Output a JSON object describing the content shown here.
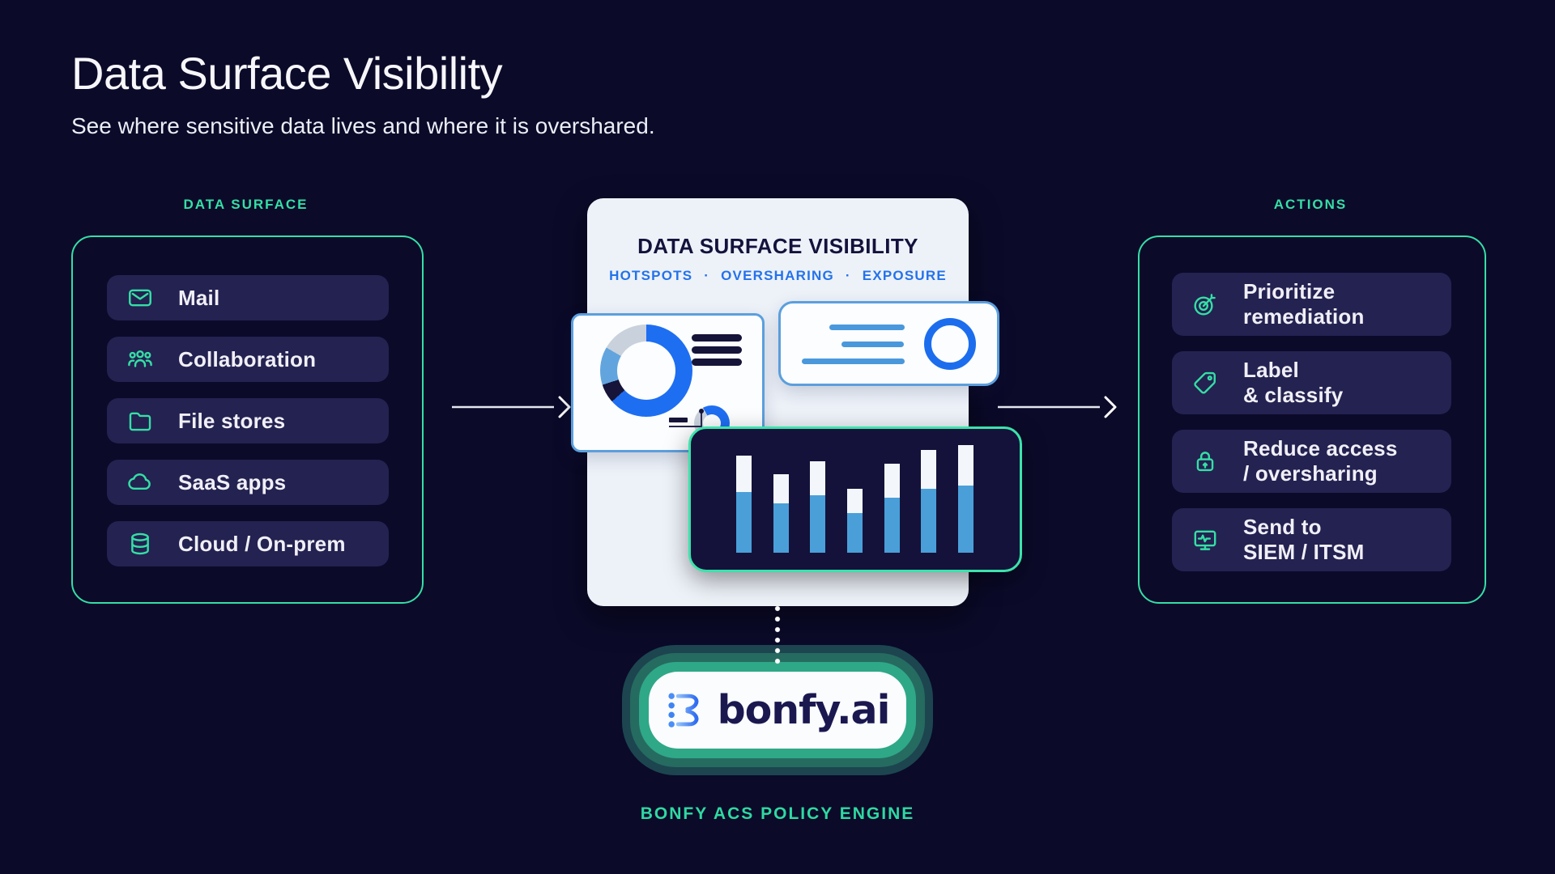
{
  "page": {
    "title": "Data Surface Visibility",
    "subtitle": "See where sensitive data lives and where it is overshared.",
    "background_color": "#0b0a29",
    "accent_teal": "#35dfa6",
    "accent_blue": "#2472ea"
  },
  "left_panel": {
    "header": "DATA SURFACE",
    "items": [
      {
        "icon": "mail-icon",
        "label": "Mail"
      },
      {
        "icon": "people-icon",
        "label": "Collaboration"
      },
      {
        "icon": "folder-icon",
        "label": "File stores"
      },
      {
        "icon": "cloud-icon",
        "label": "SaaS apps"
      },
      {
        "icon": "database-icon",
        "label": "Cloud / On-prem"
      }
    ]
  },
  "center_panel": {
    "title": "DATA SURFACE VISIBILITY",
    "tags": [
      "HOTSPOTS",
      "OVERSHARING",
      "EXPOSURE"
    ],
    "tag_separator": "·"
  },
  "right_panel": {
    "header": "ACTIONS",
    "items": [
      {
        "icon": "target-icon",
        "label": "Prioritize\nremediation"
      },
      {
        "icon": "tag-icon",
        "label": "Label\n& classify"
      },
      {
        "icon": "lock-icon",
        "label": "Reduce access\n/ oversharing"
      },
      {
        "icon": "monitor-icon",
        "label": "Send to\nSIEM / ITSM"
      }
    ]
  },
  "footer": {
    "logo_text": "bonfy.ai",
    "caption": "BONFY ACS POLICY ENGINE"
  },
  "chart_data": [
    {
      "type": "pie",
      "name": "hotspots-donut-large",
      "segments": [
        {
          "color": "#1e6ef2",
          "start_deg": 0,
          "end_deg": 228
        },
        {
          "color": "#161439",
          "start_deg": 228,
          "end_deg": 252
        },
        {
          "color": "#62a5de",
          "start_deg": 252,
          "end_deg": 300
        },
        {
          "color": "#c9d1dc",
          "start_deg": 300,
          "end_deg": 360
        }
      ]
    },
    {
      "type": "pie",
      "name": "hotspots-donut-small",
      "segments": [
        {
          "color": "#1e6ef2",
          "start_deg": 0,
          "end_deg": 210
        },
        {
          "color": "#c9d1dc",
          "start_deg": 210,
          "end_deg": 330
        },
        {
          "color": "#1e6ef2",
          "start_deg": 330,
          "end_deg": 360
        }
      ]
    },
    {
      "type": "bar",
      "name": "exposure-bars",
      "unit": "px",
      "filled_color": "#4a9fd9",
      "empty_color": "#f3f6fa",
      "bars": [
        {
          "total": 120,
          "filled": 75
        },
        {
          "total": 97,
          "filled": 61
        },
        {
          "total": 113,
          "filled": 71
        },
        {
          "total": 79,
          "filled": 49
        },
        {
          "total": 110,
          "filled": 68
        },
        {
          "total": 127,
          "filled": 79
        },
        {
          "total": 133,
          "filled": 83
        }
      ]
    }
  ]
}
